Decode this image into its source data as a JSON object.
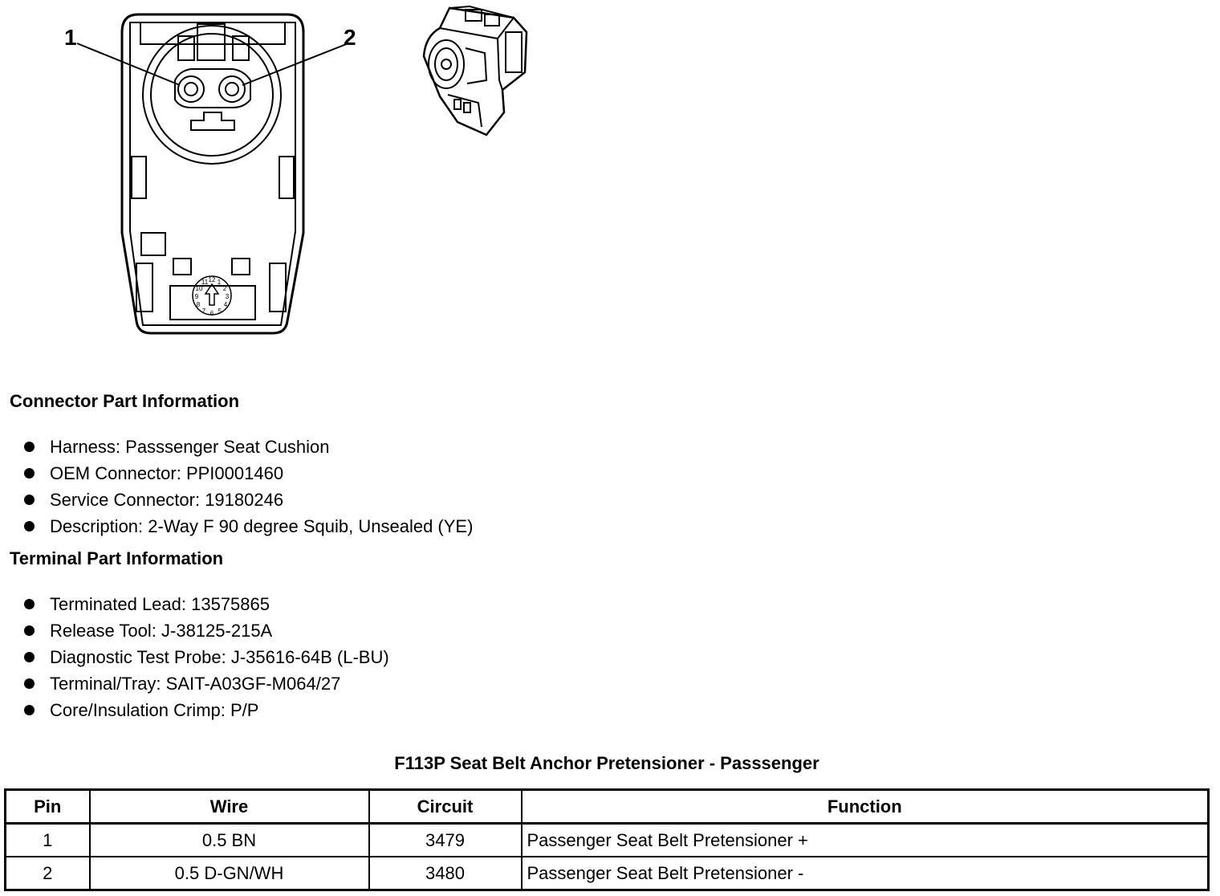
{
  "figure": {
    "pin_labels": [
      "1",
      "2"
    ],
    "dial_numbers": [
      "9",
      "10",
      "11",
      "12",
      "1",
      "2",
      "3",
      "4",
      "5",
      "6",
      "7",
      "8"
    ]
  },
  "connector_section": {
    "heading": "Connector Part Information",
    "items": [
      "Harness: Passsenger Seat Cushion",
      "OEM Connector: PPI0001460",
      "Service Connector: 19180246",
      "Description: 2-Way F 90 degree Squib, Unsealed (YE)"
    ]
  },
  "terminal_section": {
    "heading": "Terminal Part Information",
    "items": [
      "Terminated Lead: 13575865",
      "Release Tool: J-38125-215A",
      "Diagnostic Test Probe: J-35616-64B (L-BU)",
      "Terminal/Tray: SAIT-A03GF-M064/27",
      "Core/Insulation Crimp: P/P"
    ]
  },
  "table": {
    "title": "F113P Seat Belt Anchor Pretensioner - Passsenger",
    "headers": [
      "Pin",
      "Wire",
      "Circuit",
      "Function"
    ],
    "rows": [
      [
        "1",
        "0.5 BN",
        "3479",
        "Passenger Seat Belt Pretensioner +"
      ],
      [
        "2",
        "0.5 D-GN/WH",
        "3480",
        "Passenger Seat Belt Pretensioner -"
      ]
    ]
  }
}
